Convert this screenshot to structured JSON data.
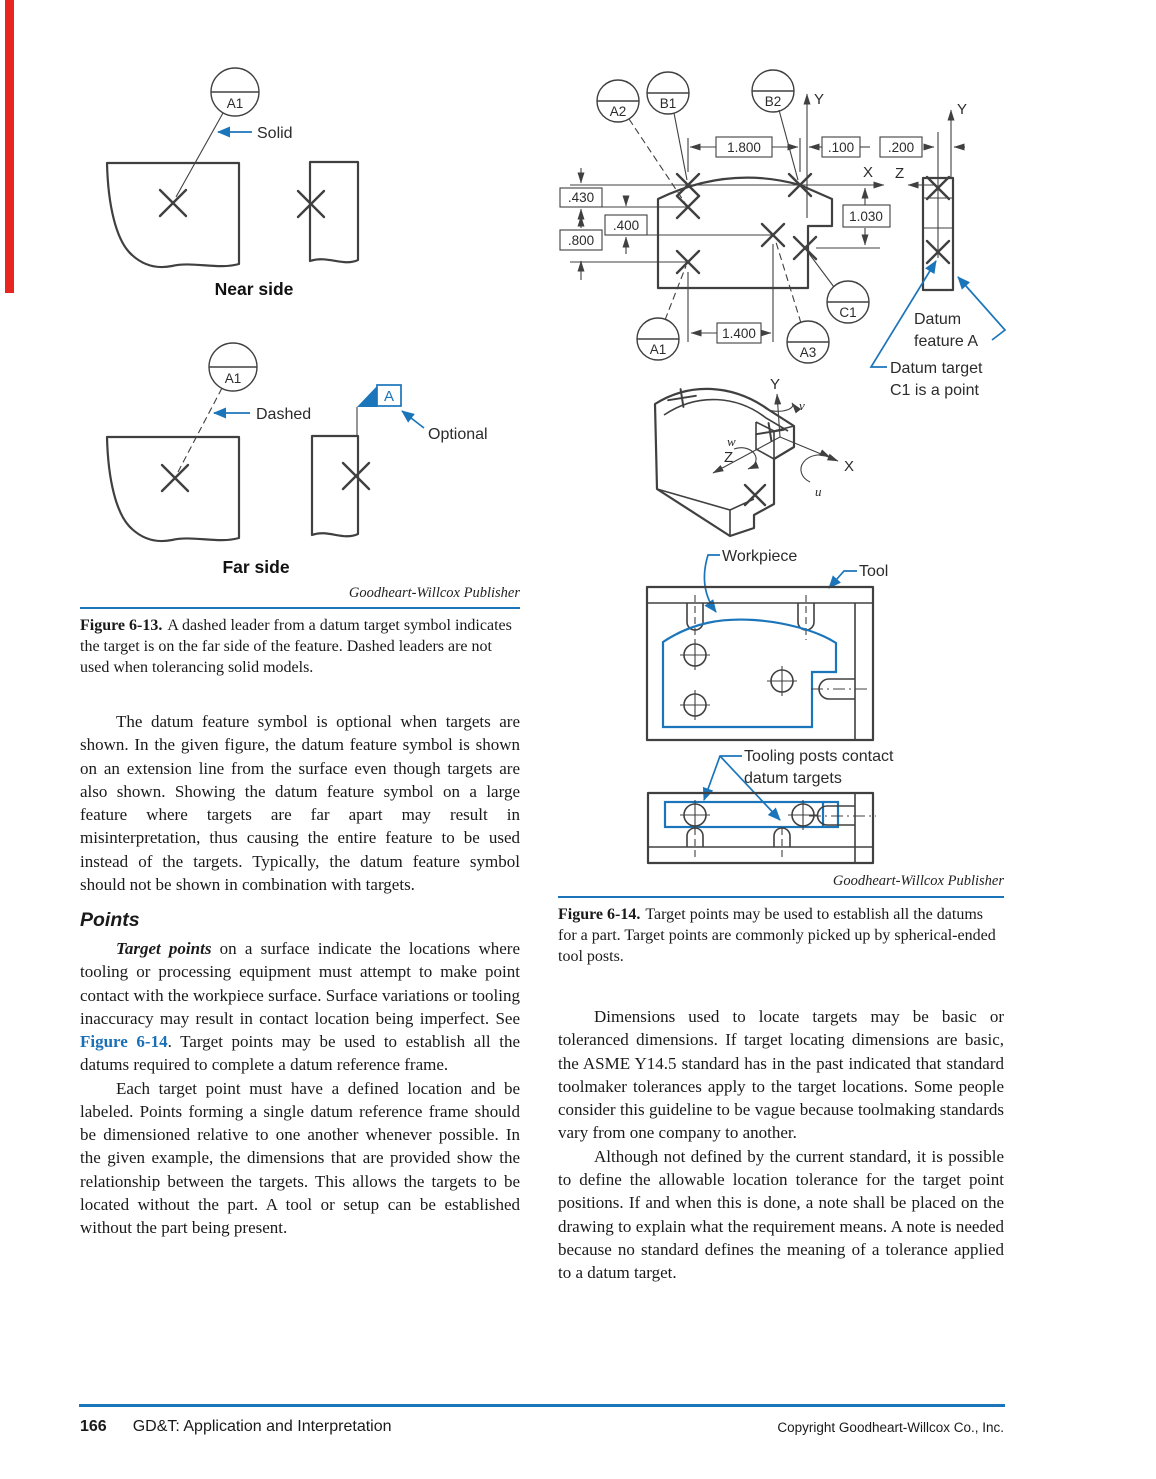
{
  "page": {
    "accent_red": "#e8251f",
    "accent_blue": "#1b75bb",
    "footer": {
      "page_number": "166",
      "book_title": "GD&T: Application and Interpretation",
      "copyright": "Copyright Goodheart-Willcox Co., Inc."
    }
  },
  "fig13": {
    "near": {
      "target_label": "A1",
      "leader_label": "Solid",
      "caption": "Near side"
    },
    "far": {
      "target_label": "A1",
      "leader_label": "Dashed",
      "datum_letter": "A",
      "optional_label": "Optional",
      "caption": "Far side"
    },
    "credit": "Goodheart-Willcox Publisher",
    "caption_label": "Figure 6-13.",
    "caption_text": "A dashed leader from a datum target symbol indicates the target is on the far side of the feature. Dashed leaders are not used when tolerancing solid models."
  },
  "fig14": {
    "targets": {
      "a1": "A1",
      "a2": "A2",
      "a3": "A3",
      "b1": "B1",
      "b2": "B2",
      "c1": "C1"
    },
    "dims": {
      "d430": ".430",
      "d400": ".400",
      "d800": ".800",
      "d1800": "1.800",
      "d100": ".100",
      "d200": ".200",
      "d1030": "1.030",
      "d1400": "1.400"
    },
    "axes": {
      "x": "X",
      "y": "Y",
      "z": "Z"
    },
    "rotations": {
      "u": "u",
      "v": "v",
      "w": "w"
    },
    "notes": {
      "datum_feature_line1": "Datum",
      "datum_feature_line2": "feature A",
      "datum_target_line1": "Datum target",
      "datum_target_line2": "C1 is a point",
      "workpiece": "Workpiece",
      "tool": "Tool",
      "tooling_line1": "Tooling posts contact",
      "tooling_line2": "datum targets"
    },
    "credit": "Goodheart-Willcox Publisher",
    "caption_label": "Figure 6-14.",
    "caption_text": "Target points may be used to establish all the datums for a part. Target points are commonly picked up by spherical-ended tool posts."
  },
  "body": {
    "para1": "The datum feature symbol is optional when targets are shown. In the given figure, the datum feature symbol is shown on an extension line from the surface even though targets are also shown. Showing the datum feature symbol on a large feature where targets are far apart may result in misinterpretation, thus causing the entire feature to be used instead of the targets. Typically, the datum feature symbol should not be shown in combination with targets.",
    "points_heading": "Points",
    "para2_lead": "Target points",
    "para2_mid": " on a surface indicate the locations where tooling or processing equipment must attempt to make point contact with the workpiece surface. Surface variations or tooling inaccuracy may result in contact location being imperfect. See ",
    "para2_ref": "Figure 6-14",
    "para2_tail": ". Target points may be used to establish all the datums required to complete a datum reference frame.",
    "para3": "Each target point must have a defined location and be labeled. Points forming a single datum reference frame should be dimensioned relative to one another whenever possible. In the given example, the dimensions that are provided show the relationship between the targets. This allows the targets to be located without the part. A tool or setup can be established without the part being present.",
    "para4": "Dimensions used to locate targets may be basic or toleranced dimensions. If target locating dimensions are basic, the ASME Y14.5 standard has in the past indicated that standard toolmaker tolerances apply to the target locations. Some people consider this guideline to be vague because toolmaking standards vary from one company to another.",
    "para5": "Although not defined by the current standard, it is possible to define the allowable location tolerance for the target point positions. If and when this is done, a note shall be placed on the drawing to explain what the requirement means. A note is needed because no standard defines the meaning of a tolerance applied to a datum target."
  }
}
